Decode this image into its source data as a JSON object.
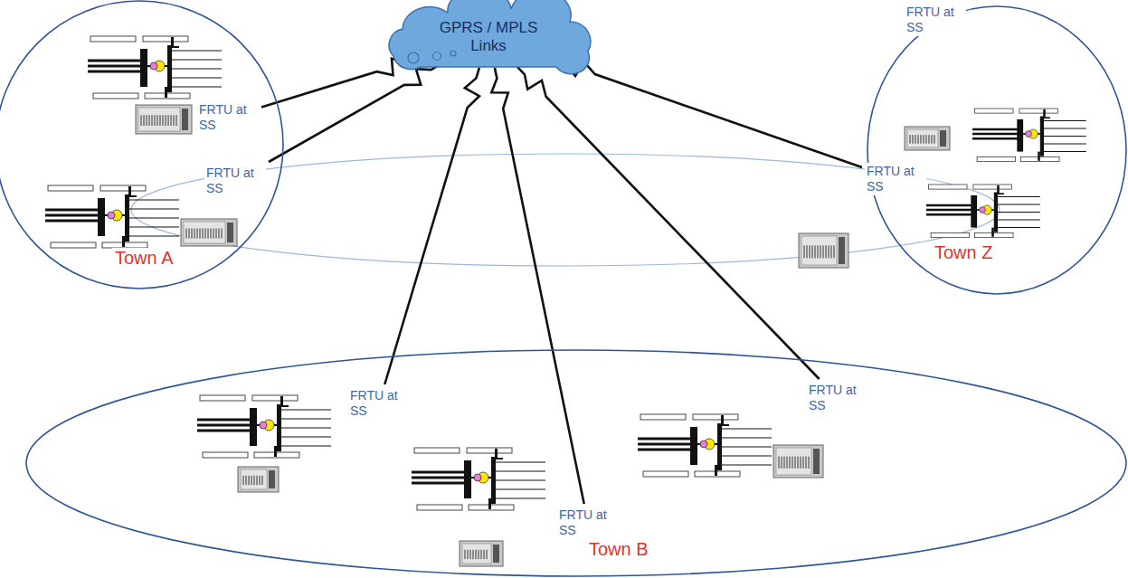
{
  "diagram": {
    "nodes": [
      {
        "text": [
          "GPRS / MPLS Links"
        ]
      },
      {
        "text": [
          "Town A"
        ]
      },
      {
        "text": [
          "FRTU at SS"
        ],
        "in": 1
      },
      {
        "text": [
          "FRTU at SS"
        ],
        "in": 1
      },
      {
        "text": [
          "Town Z"
        ]
      },
      {
        "text": [
          "FRTU at SS"
        ]
      },
      {
        "text": [
          "FRTU at SS"
        ],
        "in": 4
      },
      {
        "text": [
          "Town B"
        ]
      },
      {
        "text": [
          "FRTU at SS"
        ],
        "in": 7
      },
      {
        "text": [
          "FRTU at SS"
        ],
        "in": 7
      },
      {
        "text": [
          "FRTU at SS"
        ],
        "in": 7
      }
    ],
    "edges": [
      {
        "from": 2,
        "to": 0,
        "arrow": "none"
      },
      {
        "from": 3,
        "to": 0,
        "arrow": "none"
      },
      {
        "from": 6,
        "to": 0,
        "arrow": "none"
      },
      {
        "from": 8,
        "to": 0,
        "arrow": "none"
      },
      {
        "from": 9,
        "to": 0,
        "arrow": "none"
      },
      {
        "from": 10,
        "to": 0,
        "arrow": "none"
      }
    ]
  }
}
